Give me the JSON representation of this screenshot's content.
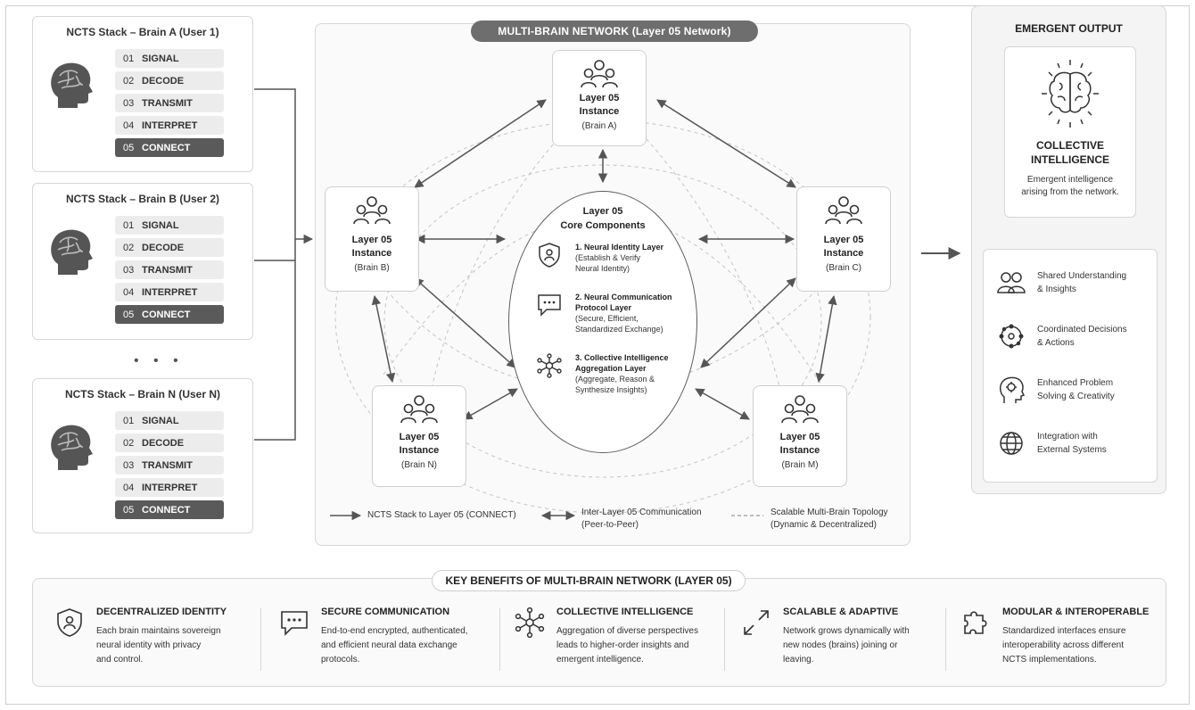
{
  "stacks": [
    {
      "title": "NCTS Stack – Brain A (User 1)",
      "layers": [
        {
          "num": "01",
          "label": "SIGNAL"
        },
        {
          "num": "02",
          "label": "DECODE"
        },
        {
          "num": "03",
          "label": "TRANSMIT"
        },
        {
          "num": "04",
          "label": "INTERPRET"
        },
        {
          "num": "05",
          "label": "CONNECT"
        }
      ]
    },
    {
      "title": "NCTS Stack – Brain B (User 2)",
      "layers": [
        {
          "num": "01",
          "label": "SIGNAL"
        },
        {
          "num": "02",
          "label": "DECODE"
        },
        {
          "num": "03",
          "label": "TRANSMIT"
        },
        {
          "num": "04",
          "label": "INTERPRET"
        },
        {
          "num": "05",
          "label": "CONNECT"
        }
      ]
    },
    {
      "title": "NCTS Stack – Brain N (User N)",
      "layers": [
        {
          "num": "01",
          "label": "SIGNAL"
        },
        {
          "num": "02",
          "label": "DECODE"
        },
        {
          "num": "03",
          "label": "TRANSMIT"
        },
        {
          "num": "04",
          "label": "INTERPRET"
        },
        {
          "num": "05",
          "label": "CONNECT"
        }
      ]
    }
  ],
  "ellipsis": "• • •",
  "network": {
    "title": "MULTI-BRAIN NETWORK (Layer 05 Network)",
    "nodes": {
      "a": {
        "title_1": "Layer 05",
        "title_2": "Instance",
        "sub": "(Brain A)"
      },
      "b": {
        "title_1": "Layer 05",
        "title_2": "Instance",
        "sub": "(Brain B)"
      },
      "c": {
        "title_1": "Layer 05",
        "title_2": "Instance",
        "sub": "(Brain C)"
      },
      "n": {
        "title_1": "Layer 05",
        "title_2": "Instance",
        "sub": "(Brain N)"
      },
      "m": {
        "title_1": "Layer 05",
        "title_2": "Instance",
        "sub": "(Brain M)"
      }
    },
    "core": {
      "title_1": "Layer 05",
      "title_2": "Core Components",
      "components": [
        {
          "title": "1. Neural Identity Layer",
          "desc_1": "(Establish & Verify",
          "desc_2": "Neural Identity)"
        },
        {
          "title": "2. Neural Communication",
          "title_2": "Protocol Layer",
          "desc_1": "(Secure, Efficient,",
          "desc_2": "Standardized Exchange)"
        },
        {
          "title": "3. Collective Intelligence",
          "title_2": "Aggregation Layer",
          "desc_1": "(Aggregate, Reason &",
          "desc_2": "Synthesize Insights)"
        }
      ]
    },
    "legend": [
      {
        "line_1": "NCTS Stack to Layer 05 (CONNECT)"
      },
      {
        "line_1": "Inter-Layer 05 Communication",
        "line_2": "(Peer-to-Peer)"
      },
      {
        "line_1": "Scalable Multi-Brain Topology",
        "line_2": "(Dynamic & Decentralized)"
      }
    ]
  },
  "emergent": {
    "title": "EMERGENT OUTPUT",
    "ci_title_1": "COLLECTIVE",
    "ci_title_2": "INTELLIGENCE",
    "ci_desc_1": "Emergent intelligence",
    "ci_desc_2": "arising from the network.",
    "outputs": [
      {
        "icon": "people-icon",
        "line_1": "Shared Understanding",
        "line_2": "& Insights"
      },
      {
        "icon": "network-circle-icon",
        "line_1": "Coordinated Decisions",
        "line_2": "& Actions"
      },
      {
        "icon": "head-gear-icon",
        "line_1": "Enhanced Problem",
        "line_2": "Solving & Creativity"
      },
      {
        "icon": "globe-gear-icon",
        "line_1": "Integration with",
        "line_2": "External Systems"
      }
    ]
  },
  "benefits": {
    "title": "KEY BENEFITS OF MULTI-BRAIN NETWORK (LAYER 05)",
    "items": [
      {
        "icon": "shield-user-icon",
        "title": "DECENTRALIZED IDENTITY",
        "d1": "Each brain maintains sovereign",
        "d2": "neural identity with privacy",
        "d3": "and control."
      },
      {
        "icon": "chat-bubble-icon",
        "title": "SECURE COMMUNICATION",
        "d1": "End-to-end encrypted, authenticated,",
        "d2": "and efficient neural data exchange",
        "d3": "protocols."
      },
      {
        "icon": "hub-nodes-icon",
        "title": "COLLECTIVE INTELLIGENCE",
        "d1": "Aggregation of diverse perspectives",
        "d2": "leads to higher-order insights and",
        "d3": "emergent intelligence."
      },
      {
        "icon": "expand-arrows-icon",
        "title": "SCALABLE & ADAPTIVE",
        "d1": "Network grows dynamically with",
        "d2": "new nodes (brains) joining or",
        "d3": "leaving."
      },
      {
        "icon": "puzzle-icon",
        "title": "MODULAR & INTEROPERABLE",
        "d1": "Standardized interfaces ensure",
        "d2": "interoperability across different",
        "d3": "NCTS implementations."
      }
    ]
  }
}
